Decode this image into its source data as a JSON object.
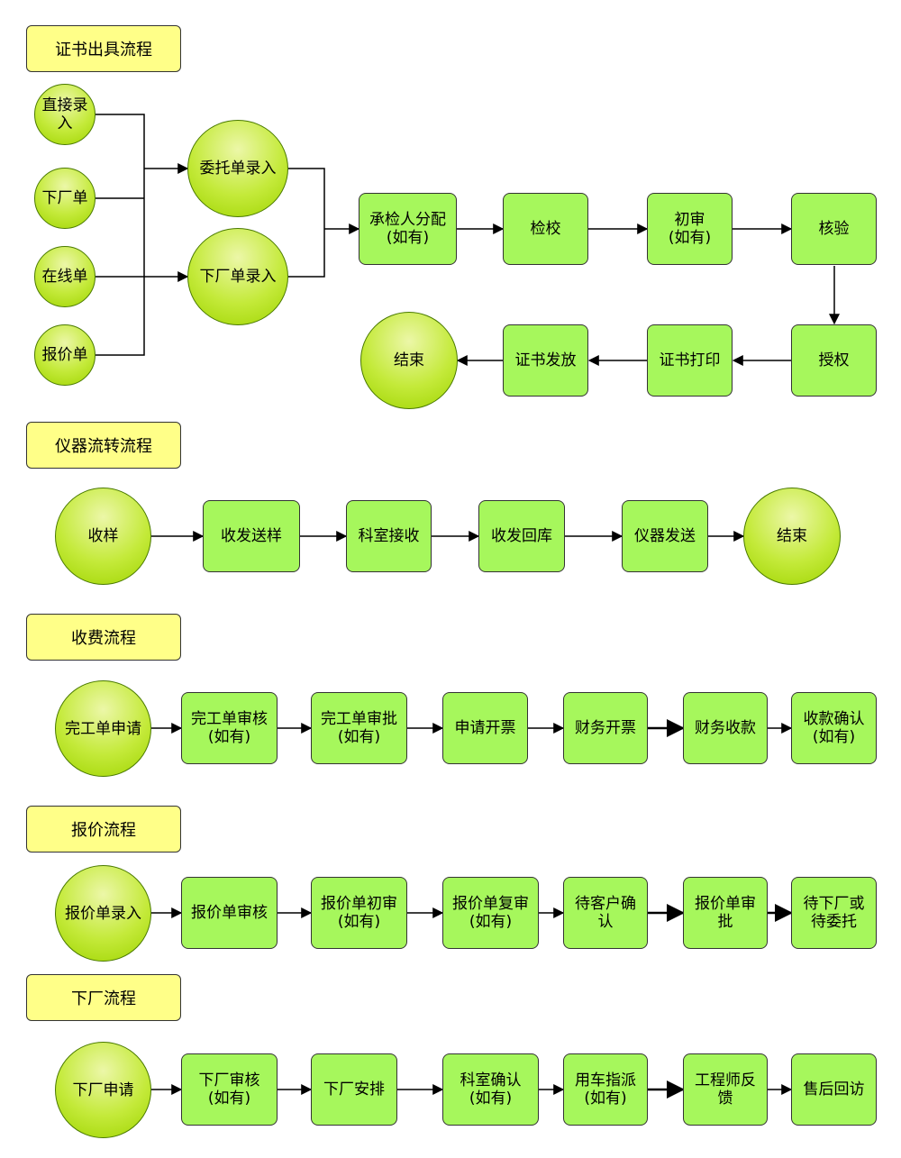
{
  "sections": [
    {
      "title": "证书出具流程"
    },
    {
      "title": "仪器流转流程"
    },
    {
      "title": "收费流程"
    },
    {
      "title": "报价流程"
    },
    {
      "title": "下厂流程"
    }
  ],
  "nodes": {
    "c1_direct": "直接录\n入",
    "c1_factory_order": "下厂单",
    "c1_online": "在线单",
    "c1_quote_order": "报价单",
    "c1_entrust_entry": "委托单录入",
    "c1_factory_entry": "下厂单录入",
    "c1_assign": "承检人分配\n(如有)",
    "c1_calibrate": "检校",
    "c1_first_review": "初审\n(如有)",
    "c1_verify": "核验",
    "c1_authorize": "授权",
    "c1_print": "证书打印",
    "c1_issue": "证书发放",
    "c1_end": "结束",
    "c2_receive": "收样",
    "c2_dispatch": "收发送样",
    "c2_dept_receive": "科室接收",
    "c2_return": "收发回库",
    "c2_send": "仪器发送",
    "c2_end": "结束",
    "c3_apply": "完工单申请",
    "c3_review": "完工单审核\n(如有)",
    "c3_approve": "完工单审批\n(如有)",
    "c3_invoice_apply": "申请开票",
    "c3_invoice": "财务开票",
    "c3_collect": "财务收款",
    "c3_confirm": "收款确认\n(如有)",
    "c4_entry": "报价单录入",
    "c4_review": "报价单审核",
    "c4_first": "报价单初审\n(如有)",
    "c4_second": "报价单复审\n(如有)",
    "c4_customer": "待客户确\n认",
    "c4_approve": "报价单审\n批",
    "c4_wait": "待下厂或\n待委托",
    "c5_apply": "下厂申请",
    "c5_review": "下厂审核\n(如有)",
    "c5_arrange": "下厂安排",
    "c5_dept_confirm": "科室确认\n(如有)",
    "c5_vehicle": "用车指派\n(如有)",
    "c5_feedback": "工程师反\n馈",
    "c5_visit": "售后回访"
  }
}
